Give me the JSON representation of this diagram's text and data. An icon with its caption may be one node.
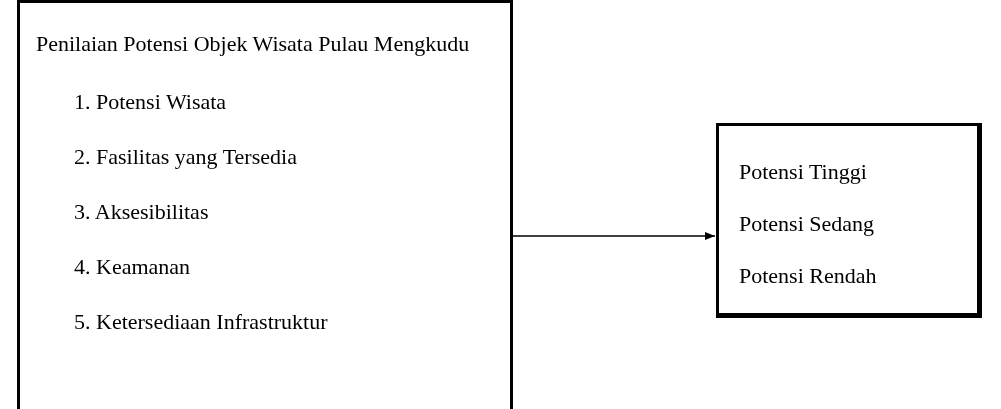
{
  "diagram": {
    "nodes": [
      {
        "text": [
          "Penilaian Potensi Objek Wisata Pulau Mengkudu",
          "1. Potensi Wisata",
          "2. Fasilitas yang Tersedia",
          "3. Aksesibilitas",
          "4. Keamanan",
          "5. Ketersediaan Infrastruktur"
        ]
      },
      {
        "text": [
          "Potensi Tinggi",
          "Potensi Sedang",
          "Potensi Rendah"
        ]
      }
    ],
    "edges": [
      {
        "from": 0,
        "to": 1,
        "arrow": "to"
      }
    ]
  }
}
